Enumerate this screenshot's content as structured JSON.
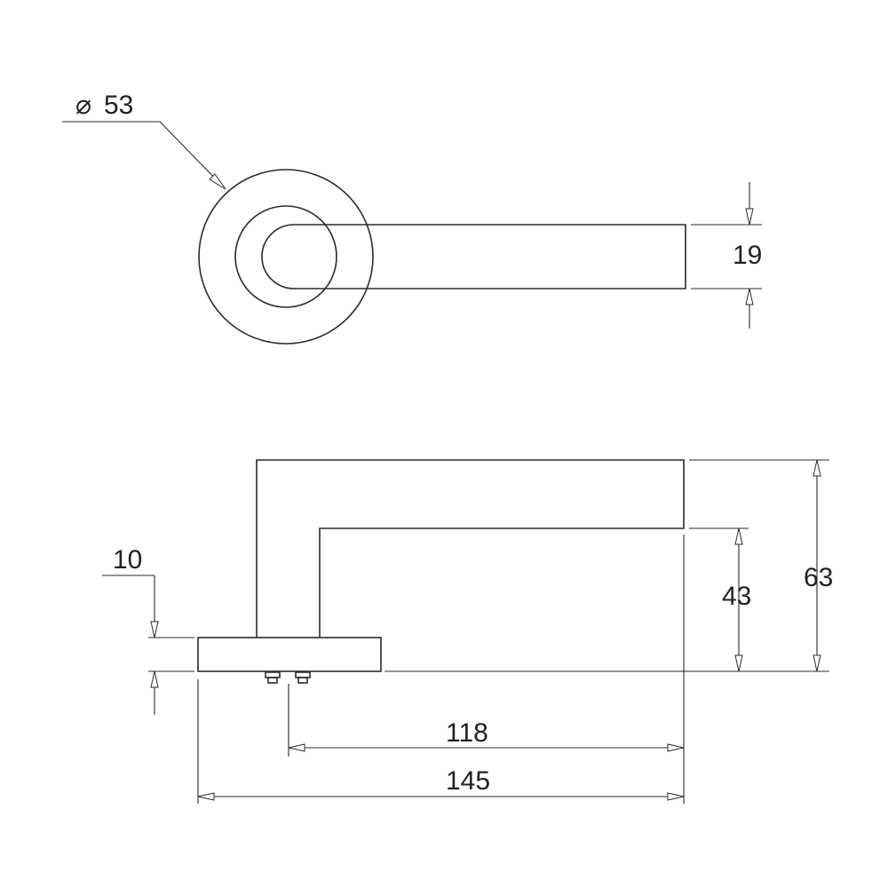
{
  "dimensions": {
    "rose_diameter": {
      "symbol": "⌀",
      "value": "53"
    },
    "lever_width": "19",
    "lever_drop": "43",
    "total_height": "63",
    "rose_thickness": "10",
    "lever_projection": "118",
    "overall_length": "145"
  },
  "colors": {
    "line": "#2b2b2b",
    "background": "#ffffff"
  }
}
